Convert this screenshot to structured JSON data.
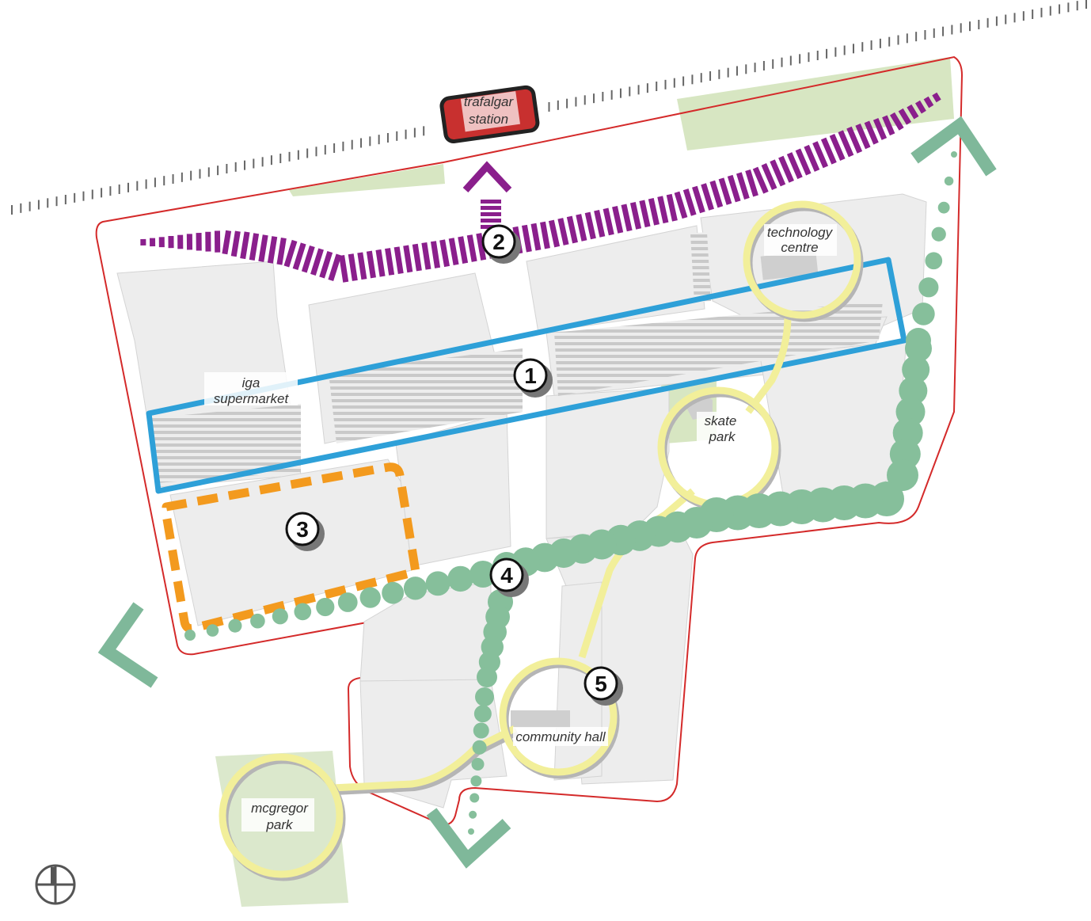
{
  "labels": {
    "station": [
      "trafalgar",
      "station"
    ],
    "technology_centre": [
      "technology",
      "centre"
    ],
    "iga_supermarket": [
      "iga",
      "supermarket"
    ],
    "skate_park": [
      "skate",
      "park"
    ],
    "community_hall": "community hall",
    "mcgregor_park": [
      "mcgregor",
      "park"
    ]
  },
  "markers": [
    "1",
    "2",
    "3",
    "4",
    "5"
  ],
  "colors": {
    "boundary": "#d42a2a",
    "main_street_outline": "#2ea0d8",
    "station_link": "#8a1f8c",
    "precinct": "#f39a1e",
    "tree_line": "#86bf9b",
    "entry_chevron": "#7fb89a",
    "walking_loop": "#f2ef9a",
    "open_space": "#d7e6c2",
    "station_fill": "#c8302f",
    "lot": "#ededed"
  },
  "icons": [
    "north-arrow-icon"
  ]
}
